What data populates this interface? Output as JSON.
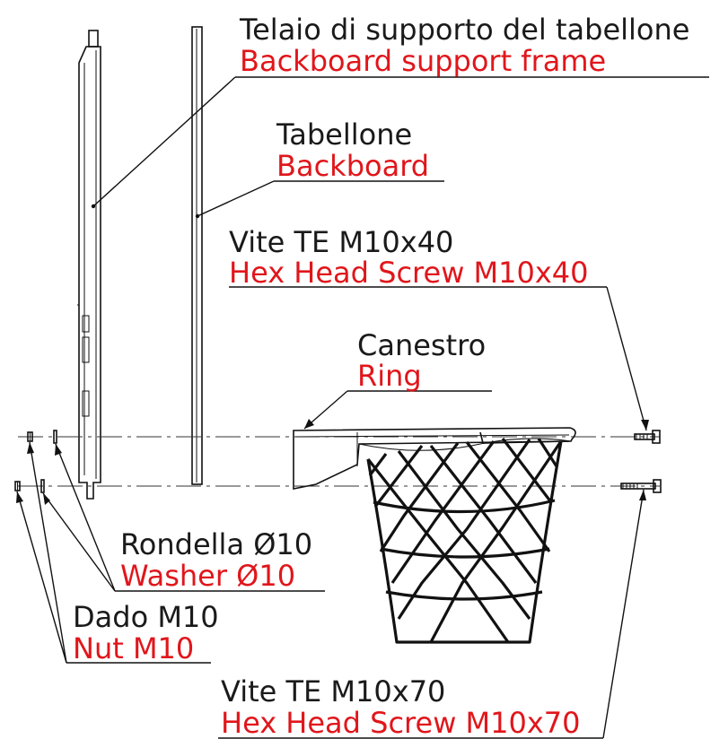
{
  "labels": {
    "frame": {
      "it": "Telaio di supporto del tabellone",
      "en": "Backboard support frame"
    },
    "backboard": {
      "it": "Tabellone",
      "en": "Backboard"
    },
    "screw40": {
      "it": "Vite TE M10x40",
      "en": "Hex Head Screw M10x40"
    },
    "ring": {
      "it": "Canestro",
      "en": "Ring"
    },
    "washer": {
      "it": "Rondella Ø10",
      "en": "Washer Ø10"
    },
    "nut": {
      "it": "Dado M10",
      "en": "Nut M10"
    },
    "screw70": {
      "it": "Vite TE M10x70",
      "en": "Hex Head Screw M10x70"
    }
  },
  "colors": {
    "italian_text": "#1a1a1a",
    "english_text": "#e0161b",
    "lines": "#111111"
  }
}
